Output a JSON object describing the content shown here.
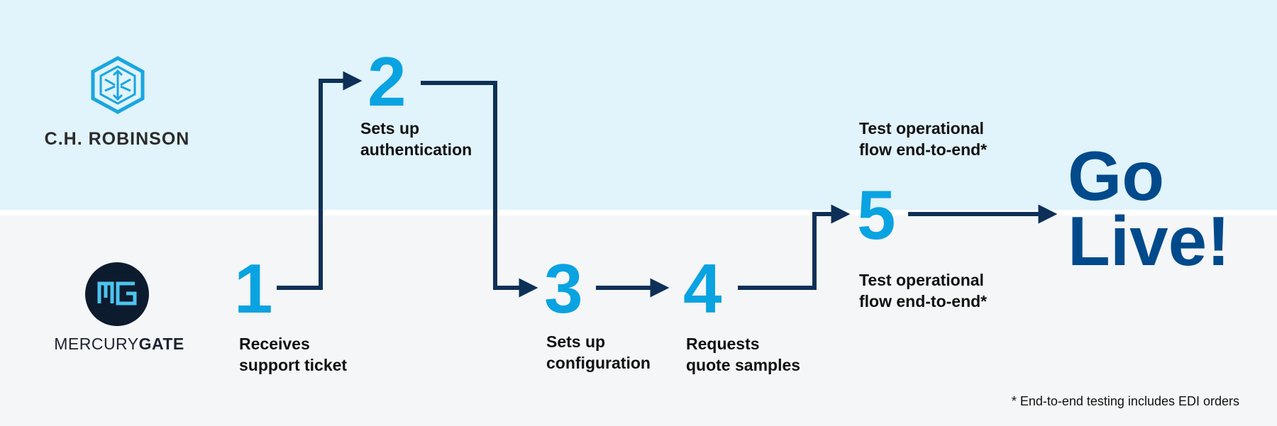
{
  "logos": {
    "top": {
      "name": "C.H. ROBINSON",
      "icon": "cube-icon"
    },
    "bottom": {
      "name_part1": "MERCURY",
      "name_part2": "GATE",
      "icon": "mg-monogram-icon"
    }
  },
  "steps": [
    {
      "number": "1",
      "line1": "Receives",
      "line2": "support ticket"
    },
    {
      "number": "2",
      "line1": "Sets up",
      "line2": "authentication"
    },
    {
      "number": "3",
      "line1": "Sets up",
      "line2": "configuration"
    },
    {
      "number": "4",
      "line1": "Requests",
      "line2": "quote samples"
    },
    {
      "number": "5",
      "top_line1": "Test operational",
      "top_line2": "flow end-to-end*",
      "bottom_line1": "Test operational",
      "bottom_line2": "flow end-to-end*"
    }
  ],
  "goal": {
    "line1": "Go",
    "line2": "Live!"
  },
  "footnote": "* End-to-end testing includes EDI orders",
  "colors": {
    "top_band": "#e1f3fb",
    "bottom_band": "#f5f6f7",
    "step_number": "#0aa3e1",
    "arrow": "#0d3057",
    "goal": "#004a8c"
  }
}
